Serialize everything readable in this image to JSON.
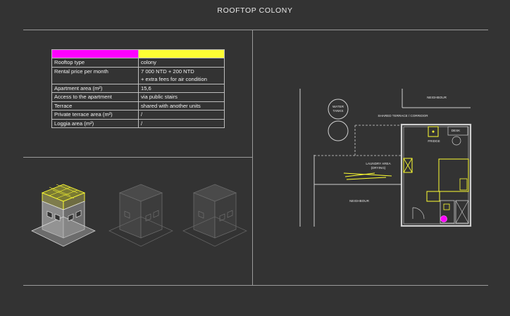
{
  "page": {
    "title": "ROOFTOP COLONY"
  },
  "legend": {
    "color_a": "#ff00ff",
    "color_b": "#ffff33"
  },
  "table": {
    "rows": [
      {
        "label": "Rooftop type",
        "value": "colony"
      },
      {
        "label": "Rental price per month",
        "value": "7 000 NTD + 200 NTD",
        "value2": "+ extra fees for air condition"
      },
      {
        "label": "Apartment area (m²)",
        "value": "15,6"
      },
      {
        "label": "Access to the apartment",
        "value": "via public stairs"
      },
      {
        "label": "Terrace",
        "value": "shared with another units"
      },
      {
        "label": "Private terrace area (m²)",
        "value": "/"
      },
      {
        "label": "Loggia area (m²)",
        "value": "/"
      }
    ]
  },
  "plan": {
    "neighbour_top": "NEIGHBOUR",
    "water_tanks_1": "WATER",
    "water_tanks_2": "TANKS",
    "shared_terrace": "SHARED TERRACE / CORRIDOR",
    "desk": "DESK",
    "fridge": "FRIDGE",
    "laundry_1": "LAUNDRY AREA",
    "laundry_2": "(DRYING)",
    "neighbour_bottom": "NEIGHBOUR"
  },
  "colors": {
    "highlight": "#ffff33",
    "accent": "#ff00ff",
    "line": "#cfcfcf",
    "background": "#333333"
  }
}
